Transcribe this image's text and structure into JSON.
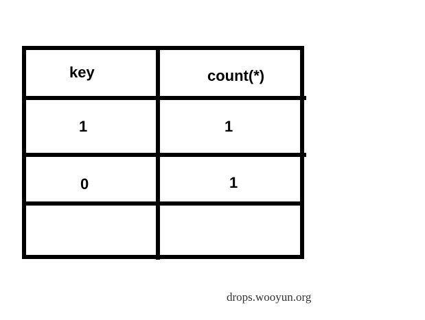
{
  "table": {
    "headers": [
      "key",
      "count(*)"
    ],
    "rows": [
      [
        "1",
        "1"
      ],
      [
        "0",
        "1"
      ],
      [
        "",
        ""
      ]
    ]
  },
  "watermark": "drops.wooyun.org"
}
